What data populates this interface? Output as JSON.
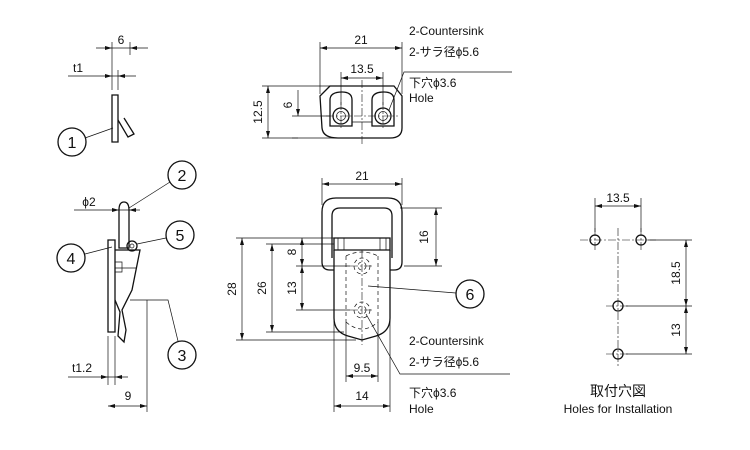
{
  "dims": {
    "side_top_6": "6",
    "side_top_t1": "t1",
    "side_phi2": "ϕ2",
    "side_t12": "t1.2",
    "side_9": "9",
    "top_21": "21",
    "top_13_5": "13.5",
    "top_12_5": "12.5",
    "top_6": "6",
    "front_21": "21",
    "front_16": "16",
    "front_8": "8",
    "front_28": "28",
    "front_26": "26",
    "front_13": "13",
    "front_9_5": "9.5",
    "front_14": "14",
    "holes_13_5": "13.5",
    "holes_18_5": "18.5",
    "holes_13": "13"
  },
  "notes": {
    "top_countersink": "2-Countersink",
    "top_sara": "2-サラ径ϕ5.6",
    "top_shita": "下穴ϕ3.6",
    "top_hole": "Hole",
    "front_countersink": "2-Countersink",
    "front_sara": "2-サラ径ϕ5.6",
    "front_shita": "下穴ϕ3.6",
    "front_hole": "Hole",
    "install_jp": "取付穴図",
    "install_en": "Holes for Installation"
  },
  "callouts": [
    "1",
    "2",
    "3",
    "4",
    "5",
    "6"
  ]
}
